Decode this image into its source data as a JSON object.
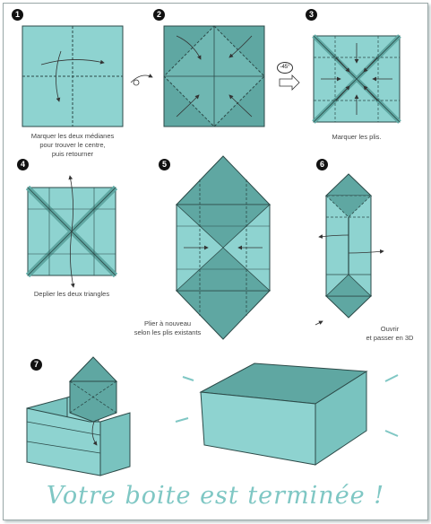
{
  "steps": [
    {
      "number": "1",
      "caption": [
        "Marquer les deux médianes",
        "pour trouver le centre,",
        "puis retourner"
      ]
    },
    {
      "number": "2"
    },
    {
      "number": "3",
      "caption": [
        "Marquer les plis."
      ]
    },
    {
      "number": "4",
      "caption": [
        "Deplier les deux triangles"
      ]
    },
    {
      "number": "5",
      "caption": [
        "Plier à nouveau",
        "selon les plis existants"
      ]
    },
    {
      "number": "6",
      "caption": [
        "Ouvrir",
        "et passer en 3D"
      ]
    },
    {
      "number": "7"
    }
  ],
  "rotation_label": "-45°",
  "final_text": "Votre boite est terminée !",
  "colors": {
    "paper_light": "#8ed3d0",
    "paper_dark": "#5fa7a2",
    "paper_mid": "#79c3bf",
    "outline": "#2c4a48",
    "final_text": "#7fc7c4"
  },
  "icons": [
    "flip-arrow-icon",
    "rotate-arrow-icon",
    "fold-arrow-icon",
    "open-arrow-icon"
  ]
}
